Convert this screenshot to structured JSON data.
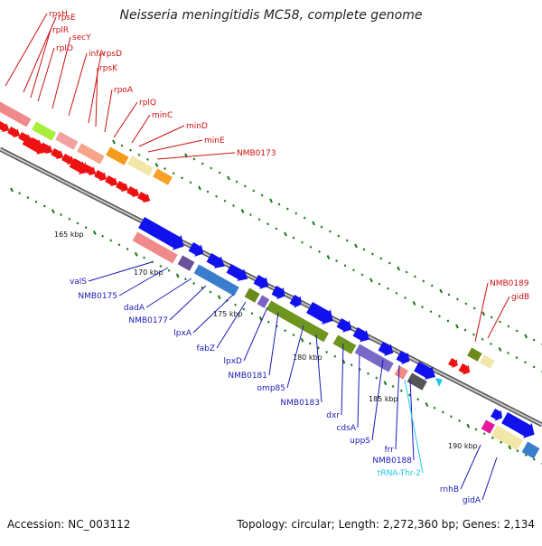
{
  "header": {
    "title": "Neisseria meningitidis MC58, complete genome"
  },
  "footer": {
    "accession": "Accession: NC_003112",
    "summary": "Topology: circular; Length: 2,272,360 bp; Genes: 2,134"
  },
  "colors": {
    "label_red": "#cc1111",
    "label_blue": "#1a1ab8",
    "label_cyan": "#22c8e8",
    "tick_green": "#1a7a1a",
    "backbone": "#9a9a9a"
  },
  "scale_labels": [
    "165 kbp",
    "170 kbp",
    "175 kbp",
    "180 kbp",
    "185 kbp",
    "190 kbp"
  ],
  "gene_labels_top": [
    {
      "name": "rpsH"
    },
    {
      "name": "rpsE"
    },
    {
      "name": "rplR"
    },
    {
      "name": "rplO"
    },
    {
      "name": "secY"
    },
    {
      "name": "infA"
    },
    {
      "name": "rpsD"
    },
    {
      "name": "rpsK"
    },
    {
      "name": "rpoA"
    },
    {
      "name": "rplQ"
    },
    {
      "name": "minC"
    },
    {
      "name": "minD"
    },
    {
      "name": "minE"
    },
    {
      "name": "NMB0173"
    }
  ],
  "gene_labels_bottom": [
    {
      "name": "valS"
    },
    {
      "name": "NMB0175"
    },
    {
      "name": "dadA"
    },
    {
      "name": "NMB0177"
    },
    {
      "name": "lpxA"
    },
    {
      "name": "fabZ"
    },
    {
      "name": "lpxD"
    },
    {
      "name": "NMB0181"
    },
    {
      "name": "omp85"
    },
    {
      "name": "NMB0183"
    },
    {
      "name": "dxr"
    },
    {
      "name": "cdsA"
    },
    {
      "name": "uppS"
    },
    {
      "name": "frr"
    },
    {
      "name": "NMB0188"
    },
    {
      "name": "tRNA-Thr-2",
      "type": "trna"
    }
  ],
  "gene_labels_right": [
    {
      "name": "NMB0189"
    },
    {
      "name": "gidB"
    },
    {
      "name": "rnhB"
    },
    {
      "name": "gidA"
    }
  ]
}
